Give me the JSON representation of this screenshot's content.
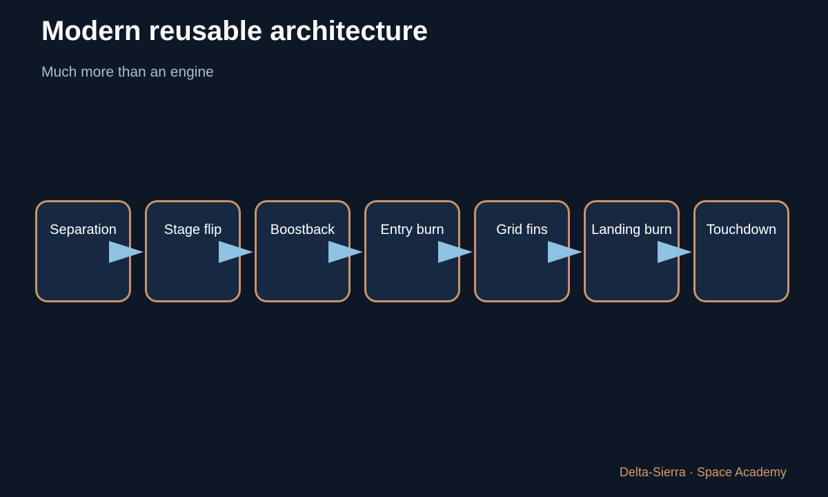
{
  "title": "Modern reusable architecture",
  "subtitle": "Much more than an engine",
  "steps": [
    {
      "label": "Separation"
    },
    {
      "label": "Stage flip"
    },
    {
      "label": "Boostback"
    },
    {
      "label": "Entry burn"
    },
    {
      "label": "Grid fins"
    },
    {
      "label": "Landing burn"
    },
    {
      "label": "Touchdown"
    }
  ],
  "footer": "Delta-Sierra · Space Academy",
  "colors": {
    "background": "#0e1726",
    "box_fill": "#172842",
    "box_border": "#c9956a",
    "arrow": "#8fc2e3",
    "subtitle": "#a9bcd0",
    "footer": "#d49a68"
  }
}
